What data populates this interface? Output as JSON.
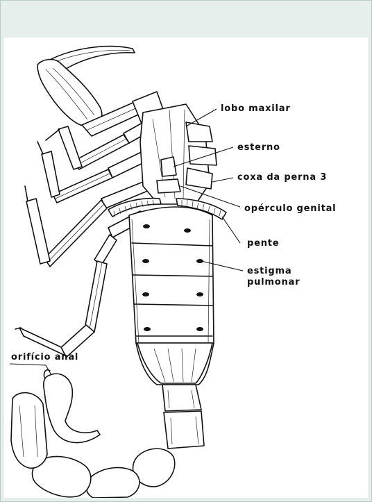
{
  "diagram": {
    "labels": {
      "lobo_maxilar": "lobo maxilar",
      "esterno": "esterno",
      "coxa_perna3": "coxa da perna 3",
      "operculo_genital": "opérculo genital",
      "pente": "pente",
      "estigma_line1": "estigma",
      "estigma_line2": "pulmonar",
      "orificio_anal": "orifício anal"
    },
    "colors": {
      "frame_border": "#b9c9c5",
      "header_band": "#e6efec",
      "ink": "#111111"
    }
  }
}
